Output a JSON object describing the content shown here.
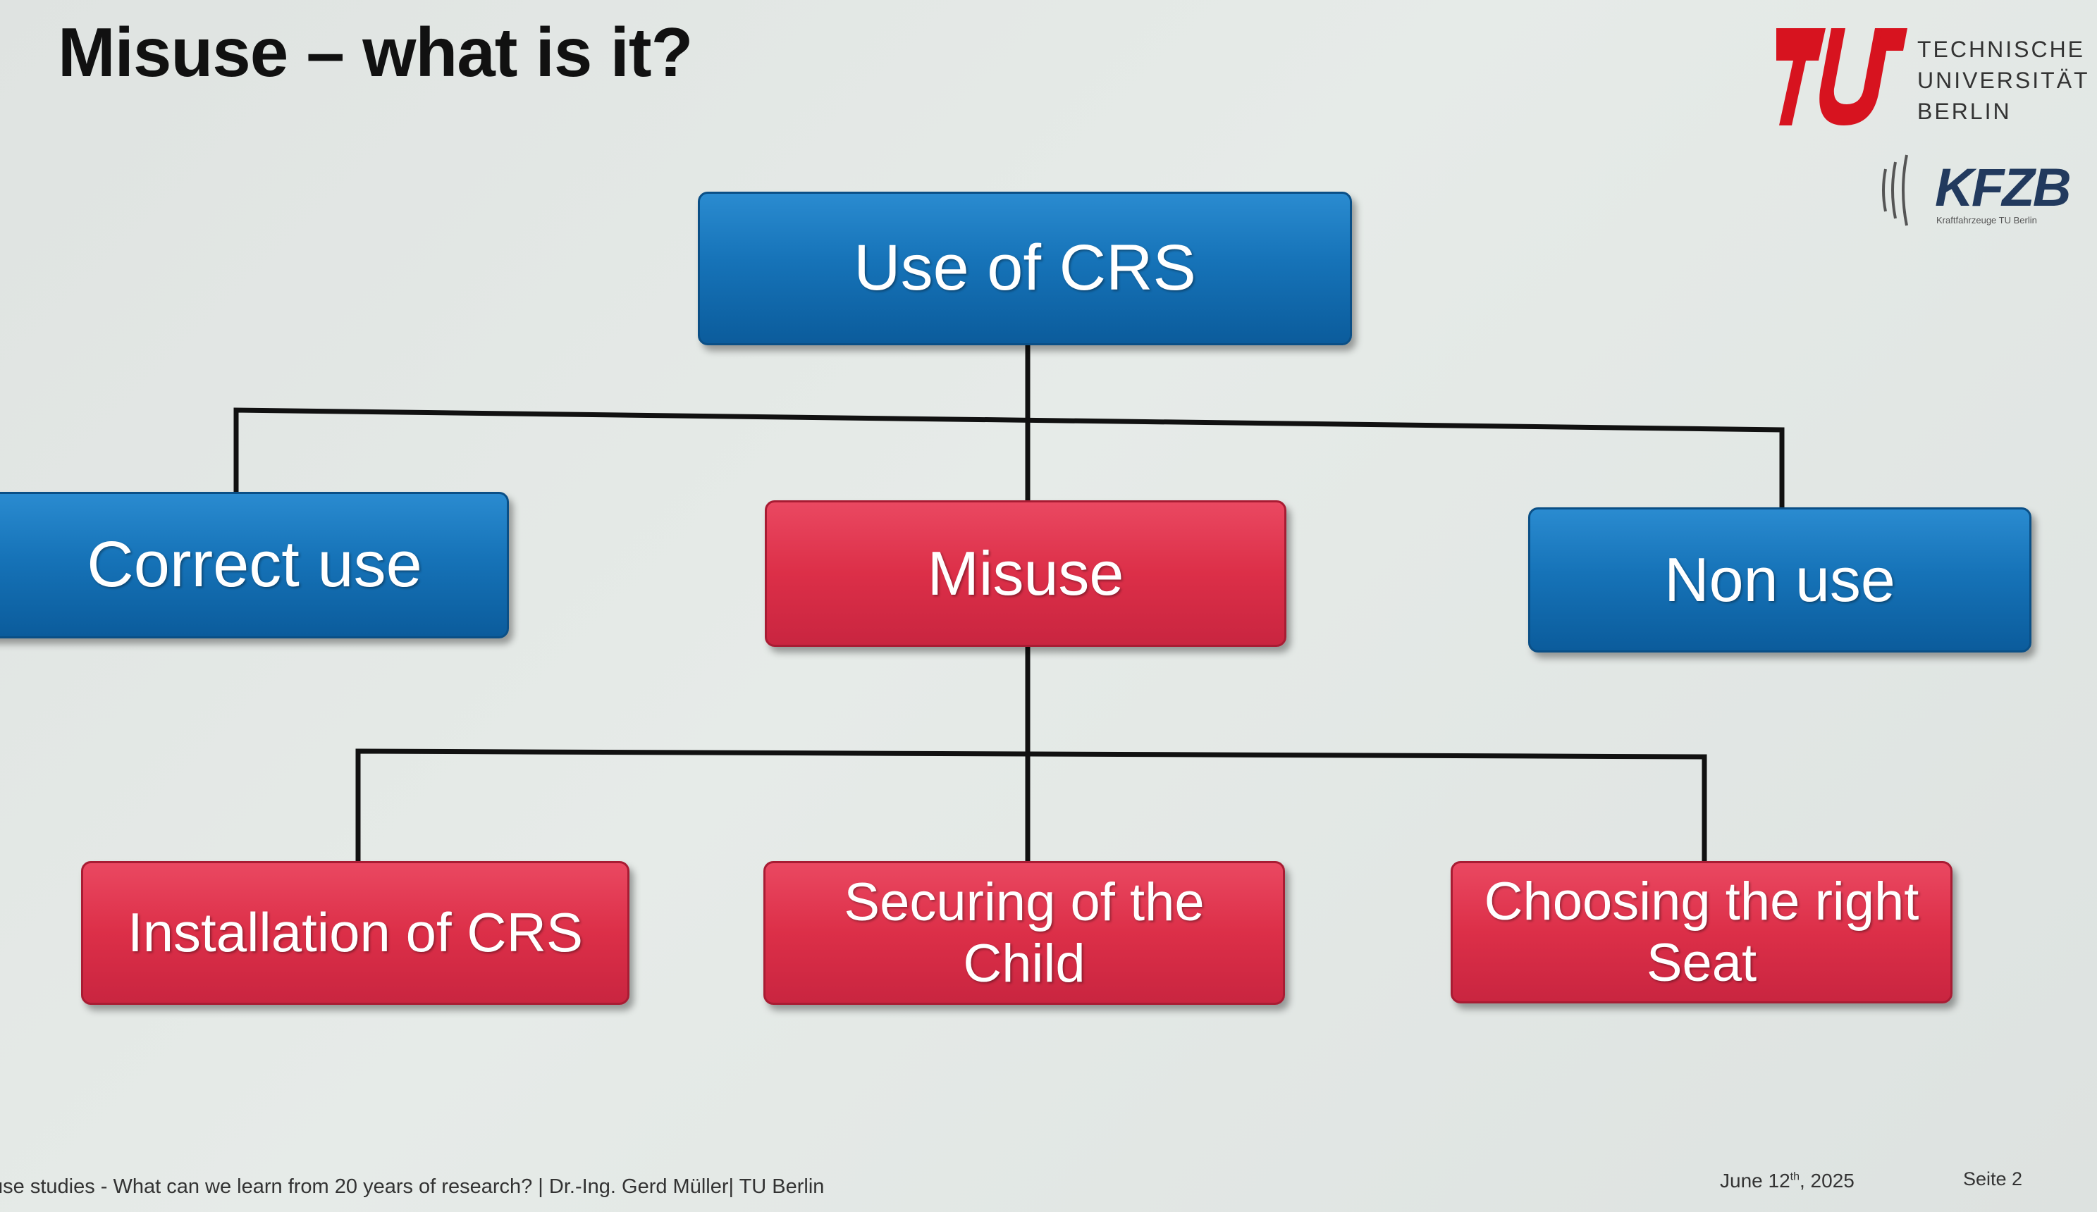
{
  "slide": {
    "title": "Misuse – what is it?"
  },
  "logos": {
    "tu_berlin": {
      "line1": "TECHNISCHE",
      "line2": "UNIVERSITÄT",
      "line3": "BERLIN",
      "color": "#d7131f"
    },
    "kfzb": {
      "word": "KFZB",
      "subtitle": "Kraftfahrzeuge TU Berlin",
      "color": "#223a5e"
    }
  },
  "diagram": {
    "root": "Use of CRS",
    "level1": {
      "correct_use": "Correct use",
      "misuse": "Misuse",
      "non_use": "Non use"
    },
    "level2": {
      "installation": "Installation of CRS",
      "securing_line1": "Securing of the",
      "securing_line2": "Child",
      "choosing_line1": "Choosing the right",
      "choosing_line2": "Seat"
    },
    "colors": {
      "blue_box": "#1673b8",
      "red_box": "#dc2f48",
      "connector": "#111111"
    }
  },
  "footer": {
    "talk": "use studies - What can we learn from 20 years of research? | Dr.-Ing. Gerd Müller| TU Berlin",
    "date_prefix": "June 12",
    "date_sup": "th",
    "date_suffix": ", 2025",
    "page": "Seite 2"
  }
}
